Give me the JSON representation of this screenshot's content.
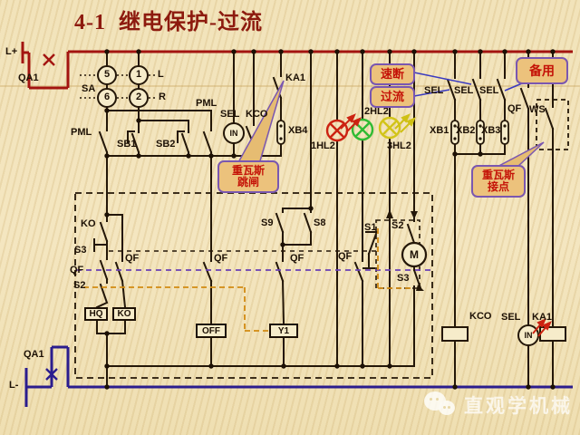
{
  "title": "4-1  继电保护-过流",
  "watermark": {
    "text": "直观学机械",
    "logo": "wechat-icon"
  },
  "colors": {
    "title_text": "#8d1a0e",
    "bus_positive_red": "#a31410",
    "bus_negative_blue": "#2b1d8e",
    "circuit_black": "#241708",
    "lamp_red": "#cc2211",
    "lamp_green": "#2fbb33",
    "lamp_yellow": "#d2c419",
    "callout_fill": "#ecc27c",
    "callout_border": "#7a57b0",
    "callout_text": "#c41207",
    "mech_link_purple": "#6a3fb5",
    "mech_link_orange": "#d28a12"
  },
  "callouts": {
    "quick_break": "速断",
    "overcurrent": "过流",
    "backup": "备用",
    "gas_trip_line1": "重瓦斯",
    "gas_trip_line2": "跳闸",
    "gas_contact_line1": "重瓦斯",
    "gas_contact_line2": "接点"
  },
  "labels": {
    "l_plus": "L+",
    "qa1_top": "QA1",
    "sa": "SA",
    "n5": "5",
    "n1": "1",
    "n6": "6",
    "n2": "2",
    "l": "L",
    "r": "R",
    "pml_left": "PML",
    "pml_right": "PML",
    "sb1": "SB1",
    "sb2": "SB2",
    "ka1_top": "KA1",
    "sel_mid": "SEL",
    "kco_mid": "KCO",
    "xb4": "XB4",
    "hl1": "1HL2",
    "hl2": "2HL2",
    "hl3": "3HL2",
    "sel1": "SEL",
    "sel2": "SEL",
    "sel3": "SEL",
    "xb1": "XB1",
    "xb2": "XB2",
    "xb3": "XB3",
    "qf_topright": "QF",
    "ws": "WS",
    "ko": "KO",
    "s3_left": "S3",
    "qf_left": "QF",
    "s2_left": "S2",
    "qf_mid1": "QF",
    "qf_mid2": "QF",
    "qf_mid3": "QF",
    "qf_mid4": "QF",
    "s9": "S9",
    "s8": "S8",
    "s1": "S1",
    "s2_mid": "S2",
    "s3_mid": "S3",
    "m": "M",
    "in_top": "IN",
    "in_bottom": "IN",
    "kco_bottom": "KCO",
    "sel_bottom": "SEL",
    "ka1_bottom": "KA1",
    "qa1_bottom": "QA1",
    "l_minus": "L-",
    "hq": "HQ",
    "ko_coil": "KO",
    "off": "OFF",
    "y1": "Y1"
  }
}
